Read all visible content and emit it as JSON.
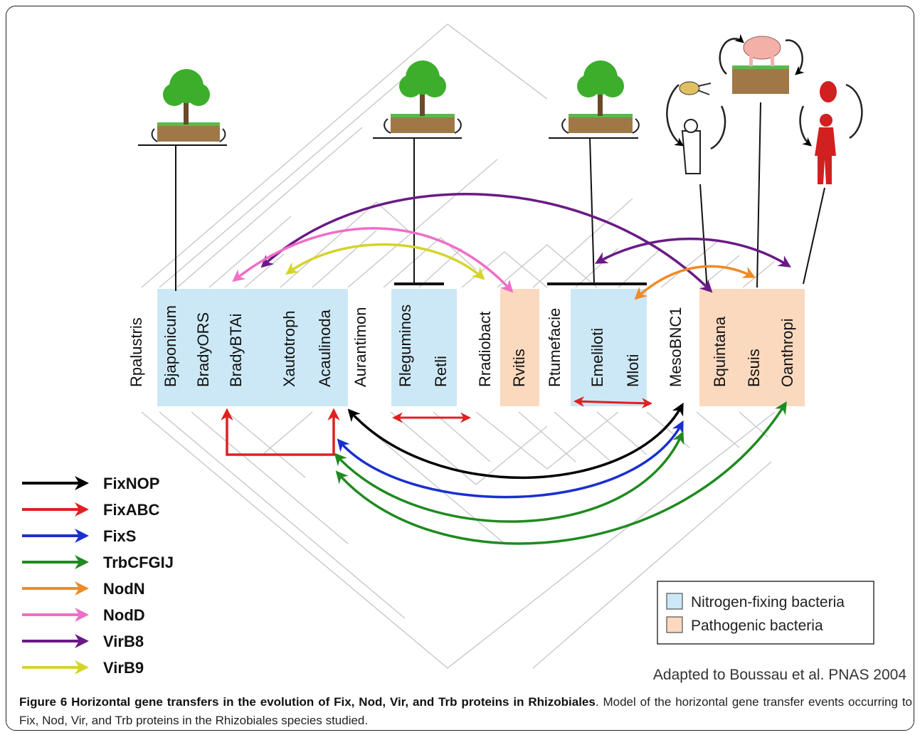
{
  "species": [
    "Rpalustris",
    "Bjaponicum",
    "BradyORS",
    "BradyBTAi",
    "Xautotroph",
    "Acaulinoda",
    "Aurantimon",
    "Rleguminos",
    "Retli",
    "Rradiobact",
    "Rvitis",
    "Rtumefacie",
    "Emeliloti",
    "Mloti",
    "MesoBNC1",
    "Bquintana",
    "Bsuis",
    "Oanthropi"
  ],
  "legend": [
    {
      "label": "FixNOP",
      "color": "#000000"
    },
    {
      "label": "FixABC",
      "color": "#e02020"
    },
    {
      "label": "FixS",
      "color": "#1a2fd0"
    },
    {
      "label": "TrbCFGIJ",
      "color": "#1f8a1f"
    },
    {
      "label": "NodN",
      "color": "#f08a24"
    },
    {
      "label": "NodD",
      "color": "#ee6ec8"
    },
    {
      "label": "VirB8",
      "color": "#6a1a86"
    },
    {
      "label": "VirB9",
      "color": "#d4d42a"
    }
  ],
  "key": [
    {
      "label": "Nitrogen-fixing bacteria",
      "color": "#cce8f6"
    },
    {
      "label": "Pathogenic bacteria",
      "color": "#fbd9bf"
    }
  ],
  "credit": "Adapted to Boussau et al. PNAS 2004",
  "caption": {
    "title": "Figure 6 Horizontal gene transfers in the evolution of Fix, Nod, Vir, and Trb proteins in Rhizobiales",
    "body": ". Model of the horizontal gene transfer events occurring to Fix, Nod, Vir, and Trb proteins in the Rhizobiales species studied."
  }
}
